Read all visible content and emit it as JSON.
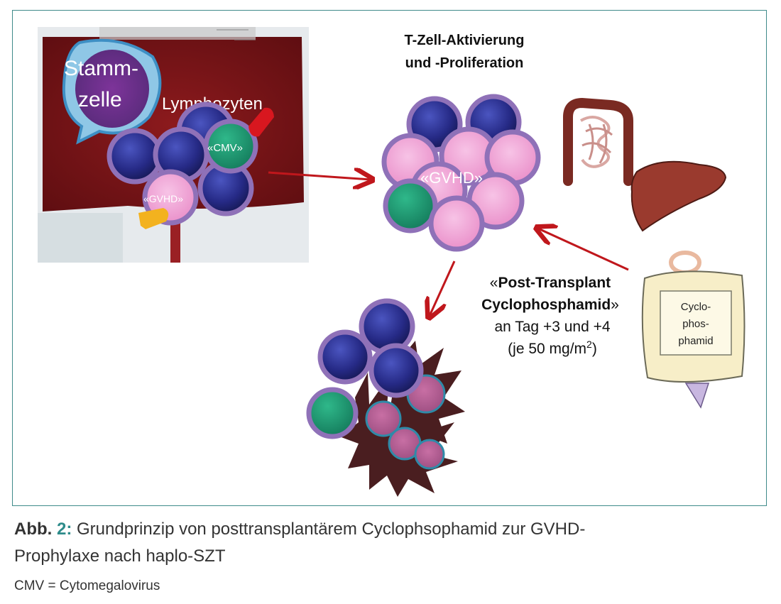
{
  "diagram": {
    "stem_cell_label_1": "Stamm-",
    "stem_cell_label_2": "zelle",
    "lymphocytes_label": "Lymphozyten",
    "cmv_cell_label": "«CMV»",
    "gvhd_cell_label_small": "«GVHD»",
    "activation_title_1": "T-Zell-Aktivierung",
    "activation_title_2": "und -Proliferation",
    "gvhd_cluster_label": "«GVHD»",
    "ptcy_open": "«",
    "ptcy_line1": "Post-Transplant",
    "ptcy_line2": "Cyclophosphamid",
    "ptcy_close": "»",
    "ptcy_line3": "an Tag +3 und +4",
    "ptcy_line4_a": "(je 50 mg/m",
    "ptcy_line4_sup": "2",
    "ptcy_line4_b": ")",
    "bag_label_1": "Cyclo-",
    "bag_label_2": "phos-",
    "bag_label_3": "phamid"
  },
  "caption": {
    "label": "Abb. ",
    "number": "2:",
    "text_line1": " Grundprinzip von posttransplantärem Cyclophsophamid zur GVHD-",
    "text_line2": "Prophylaxe nach haplo-SZT"
  },
  "footnote": "CMV = Cytomegalovirus",
  "colors": {
    "frame": "#3f8b8a",
    "arrow": "#c0171c",
    "t_cell": "#2b2f8c",
    "cell_ring": "#8f71b8",
    "gvhd_cell": "#ef9fd2",
    "cmv_cell": "#1f9a72",
    "dead_cell": "#4a1e20",
    "blood_bag": "#7a1518",
    "caption_accent": "#2d8b8a"
  }
}
